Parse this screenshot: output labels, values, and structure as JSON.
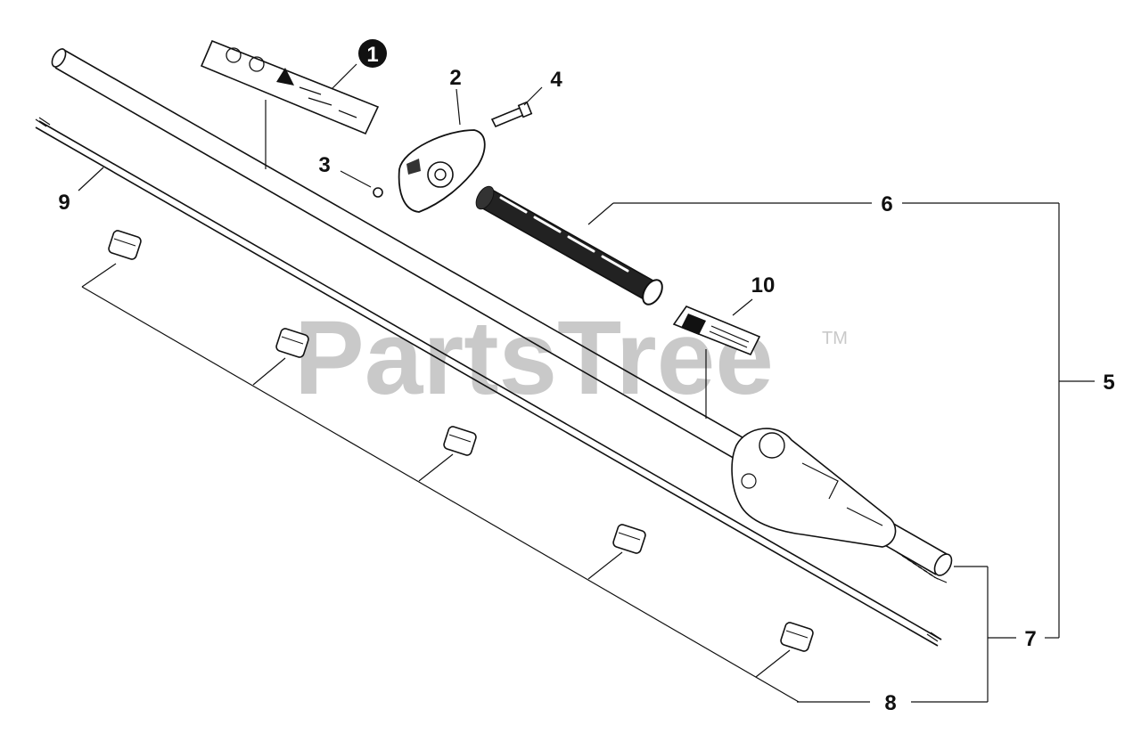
{
  "watermark": {
    "text": "PartsTree",
    "trademark": "TM"
  },
  "callouts": [
    {
      "id": "1",
      "text": "1",
      "style": "filled-circle"
    },
    {
      "id": "2",
      "text": "2"
    },
    {
      "id": "3",
      "text": "3"
    },
    {
      "id": "4",
      "text": "4"
    },
    {
      "id": "5",
      "text": "5"
    },
    {
      "id": "6",
      "text": "6"
    },
    {
      "id": "7",
      "text": "7"
    },
    {
      "id": "8",
      "text": "8"
    },
    {
      "id": "9",
      "text": "9"
    },
    {
      "id": "10",
      "text": "10"
    }
  ],
  "colors": {
    "ink": "#111111",
    "watermark": "#c9c9c9",
    "background": "#ffffff"
  }
}
